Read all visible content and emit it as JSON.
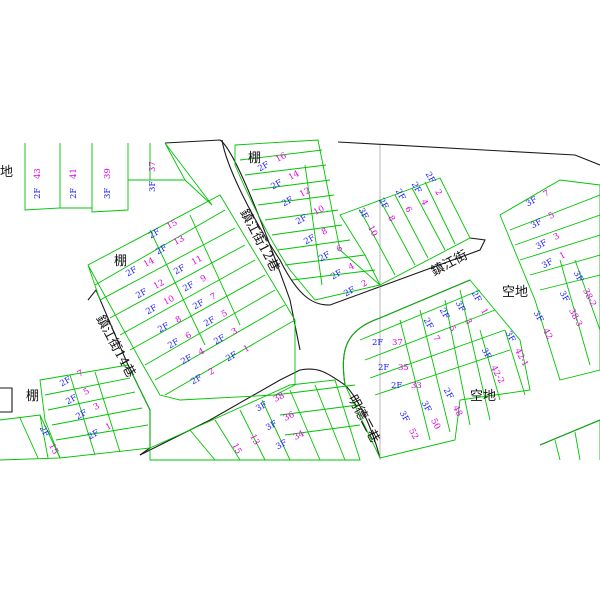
{
  "roads": {
    "lane_12": "鎮江街12巷",
    "lane_14": "鎮江街14巷",
    "street": "鎮江街",
    "lane_mingde": "明德二巷"
  },
  "areas": {
    "shed": "棚",
    "vacant": "空地",
    "edge_vacant": "地"
  },
  "floors": {
    "two": "2F",
    "three": "3F"
  },
  "block_top_left": [
    "43",
    "41",
    "39",
    "37"
  ],
  "block_west": [
    "15",
    "13",
    "14",
    "11",
    "12",
    "9",
    "10",
    "7",
    "8",
    "5",
    "6",
    "3",
    "4",
    "1",
    "2"
  ],
  "block_north": [
    "16",
    "14",
    "12",
    "10",
    "8",
    "6",
    "4",
    "2"
  ],
  "block_north_east": [
    "10",
    "8",
    "6",
    "4",
    "2"
  ],
  "block_east": [
    "7",
    "5",
    "3",
    "1",
    "38-2",
    "38-3",
    "42",
    "42-1",
    "42-2"
  ],
  "block_center": [
    "1",
    "3",
    "5",
    "7",
    "37",
    "35",
    "33",
    "48",
    "50",
    "52"
  ],
  "block_south_west": [
    "7",
    "5",
    "3",
    "1"
  ],
  "block_south": [
    "38",
    "36",
    "34",
    "13",
    "15"
  ],
  "block_south_west_edge": [
    "15"
  ]
}
